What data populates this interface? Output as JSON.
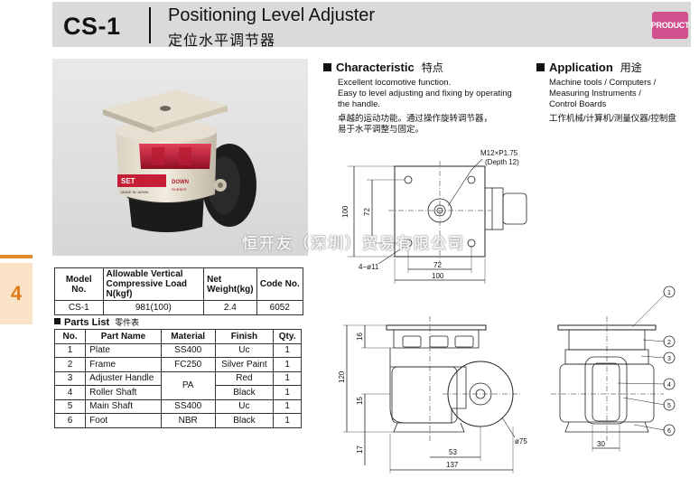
{
  "header": {
    "model": "CS-1",
    "title_en": "Positioning Level Adjuster",
    "title_cn": "定位水平调节器",
    "badge": "PRODUCT"
  },
  "tab": {
    "number": "4"
  },
  "characteristic": {
    "title": "Characteristic",
    "title_cn": "特点",
    "lines": [
      "Excellent locomotive function.",
      "Easy to level adjusting and fixing by operating",
      "the handle."
    ],
    "lines_cn": [
      "卓越的运动功能。通过操作旋转调节器，",
      "易于水平调整与固定。"
    ]
  },
  "application": {
    "title": "Application",
    "title_cn": "用途",
    "lines": [
      "Machine tools / Computers /",
      "Measuring Instruments /",
      "Control Boards"
    ],
    "lines_cn": [
      "工作机械/计算机/测量仪器/控制盘"
    ]
  },
  "photo": {
    "label_top": "SET",
    "label_down": "DOWN",
    "label_rubber": "RUBBER",
    "label_made": "MADE IN JAPAN"
  },
  "watermark": "恒开友（深圳）贸易有限公司",
  "spec_table": {
    "headers": [
      "Model No.",
      "Allowable Vertical Compressive Load N(kgf)",
      "Net Weight(kg)",
      "Code No."
    ],
    "row": [
      "CS-1",
      "981(100)",
      "2.4",
      "6052"
    ]
  },
  "parts": {
    "title": "Parts List",
    "title_cn": "零件表",
    "headers": [
      "No.",
      "Part Name",
      "Material",
      "Finish",
      "Qty."
    ],
    "rows": [
      [
        "1",
        "Plate",
        "SS400",
        "Uc",
        "1"
      ],
      [
        "2",
        "Frame",
        "FC250",
        "Silver Paint",
        "1"
      ],
      [
        "3",
        "Adjuster Handle",
        "PA",
        "Red",
        "1"
      ],
      [
        "4",
        "Roller Shaft",
        "",
        "Black",
        "1"
      ],
      [
        "5",
        "Main Shaft",
        "SS400",
        "Uc",
        "1"
      ],
      [
        "6",
        "Foot",
        "NBR",
        "Black",
        "1"
      ]
    ]
  },
  "drawing_top": {
    "thread": "M12×P1.75",
    "depth": "(Depth 12)",
    "dim_100v": "100",
    "dim_72v": "72",
    "holes": "4−ø11",
    "dim_72h": "72",
    "dim_100h": "100"
  },
  "drawing_side": {
    "dim_16": "16",
    "dim_120": "120",
    "dim_15": "15",
    "dim_17": "17",
    "dim_53": "53",
    "dim_137": "137",
    "dim_d75": "ø75"
  },
  "drawing_front": {
    "callouts": [
      "1",
      "2",
      "3",
      "4",
      "5",
      "6"
    ],
    "dim_30": "30"
  }
}
